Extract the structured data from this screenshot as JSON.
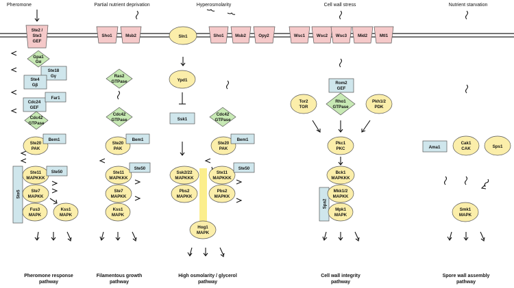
{
  "conditions": {
    "pheromone": "Pheromone",
    "partial_nutrient": "Partial nutrient deprivation",
    "hyperosmolarity": "Hyperosmolarity",
    "cell_wall_stress": "Cell wall stress",
    "nutrient_starvation": "Nutrient starvation"
  },
  "pathways": {
    "pheromone_1": "Pheromone response",
    "pheromone_2": "pathway",
    "filamentous_1": "Filamentous growth",
    "filamentous_2": "pathway",
    "hog_1": "High osmolarity / glycerol",
    "hog_2": "pathway",
    "cwi_1": "Cell wall integrity",
    "cwi_2": "pathway",
    "spore_1": "Spore wall assembly",
    "spore_2": "pathway"
  },
  "membrane": {
    "ste2_1": "Ste2 /",
    "ste2_2": "Ste3",
    "ste2_3": "GEF",
    "sho1_a": "Sho1",
    "msb2_a": "Msb2",
    "sln1": "Sln1",
    "sho1_b": "Sho1",
    "msb2_b": "Msb2",
    "opy2": "Opy2",
    "wsc1": "Wsc1",
    "wsc2": "Wsc2",
    "wsc3": "Wsc3",
    "mid2": "Mid2",
    "mtl1": "Mtl1"
  },
  "pheromone": {
    "gpa1_1": "Gpa1",
    "gpa1_2": "Gα",
    "ste18_1": "Ste18",
    "ste18_2": "Gγ",
    "ste4_1": "Ste4",
    "ste4_2": "Gβ",
    "cdc24_1": "Cdc24",
    "cdc24_2": "GEF",
    "far1": "Far1",
    "cdc42_1": "Cdc42",
    "cdc42_2": "GTPase",
    "ste20_1": "Ste20",
    "ste20_2": "PAK",
    "bem1": "Bem1",
    "ste11_1": "Ste11",
    "ste11_2": "MAPKKK",
    "ste50": "Ste50",
    "ste5": "Ste5",
    "ste7_1": "Ste7",
    "ste7_2": "MAPKK",
    "fus3_1": "Fus3",
    "fus3_2": "MAPK",
    "kss1_1": "Kss1",
    "kss1_2": "MAPK"
  },
  "filamentous": {
    "ras2_1": "Ras2",
    "ras2_2": "GTPase",
    "cdc42_1": "Cdc42",
    "cdc42_2": "GTPase",
    "ste20_1": "Ste20",
    "ste20_2": "PAK",
    "bem1": "Bem1",
    "ste11_1": "Ste11",
    "ste11_2": "MAPKKK",
    "ste50": "Ste50",
    "ste7_1": "Ste7",
    "ste7_2": "MAPKK",
    "kss1_1": "Kss1",
    "kss1_2": "MAPK"
  },
  "hog": {
    "ypd1": "Ypd1",
    "ssk1": "Ssk1",
    "ssk2_1": "Ssk2/22",
    "ssk2_2": "MAPKKK",
    "cdc42_1": "Cdc42",
    "cdc42_2": "GTPase",
    "ste20_1": "Ste20",
    "ste20_2": "PAK",
    "bem1": "Bem1",
    "ste11_1": "Ste11",
    "ste11_2": "MAPKKK",
    "ste50": "Ste50",
    "pbs2a_1": "Pbs2",
    "pbs2a_2": "MAPKK",
    "pbs2b_1": "Pbs2",
    "pbs2b_2": "MAPKK",
    "hog1_1": "Hog1",
    "hog1_2": "MAPK"
  },
  "cwi": {
    "rom2_1": "Rom2",
    "rom2_2": "GEF",
    "tor2_1": "Tor2",
    "tor2_2": "TOR",
    "rho1_1": "Rho1",
    "rho1_2": "GTPase",
    "pkh_1": "Pkh1/2",
    "pkh_2": "PDK",
    "pkc1_1": "Pkc1",
    "pkc1_2": "PKC",
    "bck1_1": "Bck1",
    "bck1_2": "MAPKKK",
    "spa2": "Spa2",
    "mkk_1": "Mkk1/2",
    "mkk_2": "MAPKK",
    "mpk1_1": "Mpk1",
    "mpk1_2": "MAPK"
  },
  "spore": {
    "ama1": "Ama1",
    "cak1_1": "Cak1",
    "cak1_2": "CAK",
    "sps1": "Sps1",
    "smk1_1": "Smk1",
    "smk1_2": "MAPK"
  },
  "colors": {
    "kinase": "#fbeeaa",
    "scaffold": "#cfe6ec",
    "receptor": "#f5c9c9",
    "gtpase": "#c7e9b4"
  }
}
